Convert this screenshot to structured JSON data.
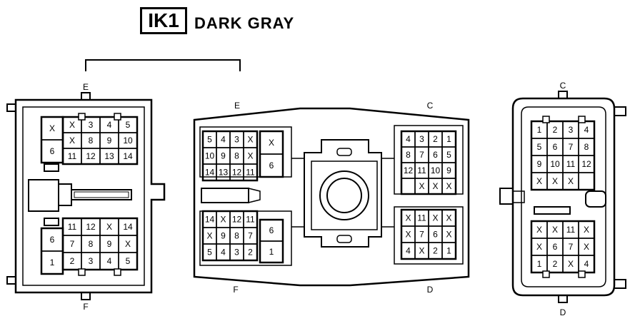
{
  "header": {
    "code": "IK1",
    "color": "DARK GRAY"
  },
  "connectors": {
    "left": {
      "top_label": "E",
      "bottom_label": "F",
      "upper_block": [
        [
          "X",
          "3",
          "4",
          "5"
        ],
        [
          "X",
          "8",
          "9",
          "10"
        ],
        [
          "11",
          "12",
          "13",
          "14"
        ]
      ],
      "upper_side": [
        "X",
        "6"
      ],
      "lower_block": [
        [
          "11",
          "12",
          "X",
          "14"
        ],
        [
          "7",
          "8",
          "9",
          "X"
        ],
        [
          "2",
          "3",
          "4",
          "5"
        ]
      ],
      "lower_side": [
        "6",
        "1"
      ]
    },
    "middle": {
      "labels": {
        "e": "E",
        "c": "C",
        "f": "F",
        "d": "D"
      },
      "e_block": [
        [
          "5",
          "4",
          "3",
          "X"
        ],
        [
          "10",
          "9",
          "8",
          "X"
        ],
        [
          "14",
          "13",
          "12",
          "11"
        ]
      ],
      "e_side": [
        "X",
        "6"
      ],
      "f_block": [
        [
          "14",
          "X",
          "12",
          "11"
        ],
        [
          "X",
          "9",
          "8",
          "7"
        ],
        [
          "5",
          "4",
          "3",
          "2"
        ]
      ],
      "f_side": [
        "6",
        "1"
      ],
      "c_block": [
        [
          "4",
          "3",
          "2",
          "1"
        ],
        [
          "8",
          "7",
          "6",
          "5"
        ],
        [
          "12",
          "11",
          "10",
          "9"
        ],
        [
          "",
          "X",
          "X",
          "X"
        ]
      ],
      "d_block": [
        [
          "X",
          "11",
          "X",
          "X"
        ],
        [
          "X",
          "7",
          "6",
          "X"
        ],
        [
          "4",
          "X",
          "2",
          "1"
        ]
      ]
    },
    "right": {
      "top_label": "C",
      "bottom_label": "D",
      "upper_block": [
        [
          "1",
          "2",
          "3",
          "4"
        ],
        [
          "5",
          "6",
          "7",
          "8"
        ],
        [
          "9",
          "10",
          "11",
          "12"
        ],
        [
          "X",
          "X",
          "X",
          ""
        ]
      ],
      "lower_block": [
        [
          "X",
          "X",
          "11",
          "X"
        ],
        [
          "X",
          "6",
          "7",
          "X"
        ],
        [
          "1",
          "2",
          "X",
          "4"
        ]
      ]
    }
  }
}
